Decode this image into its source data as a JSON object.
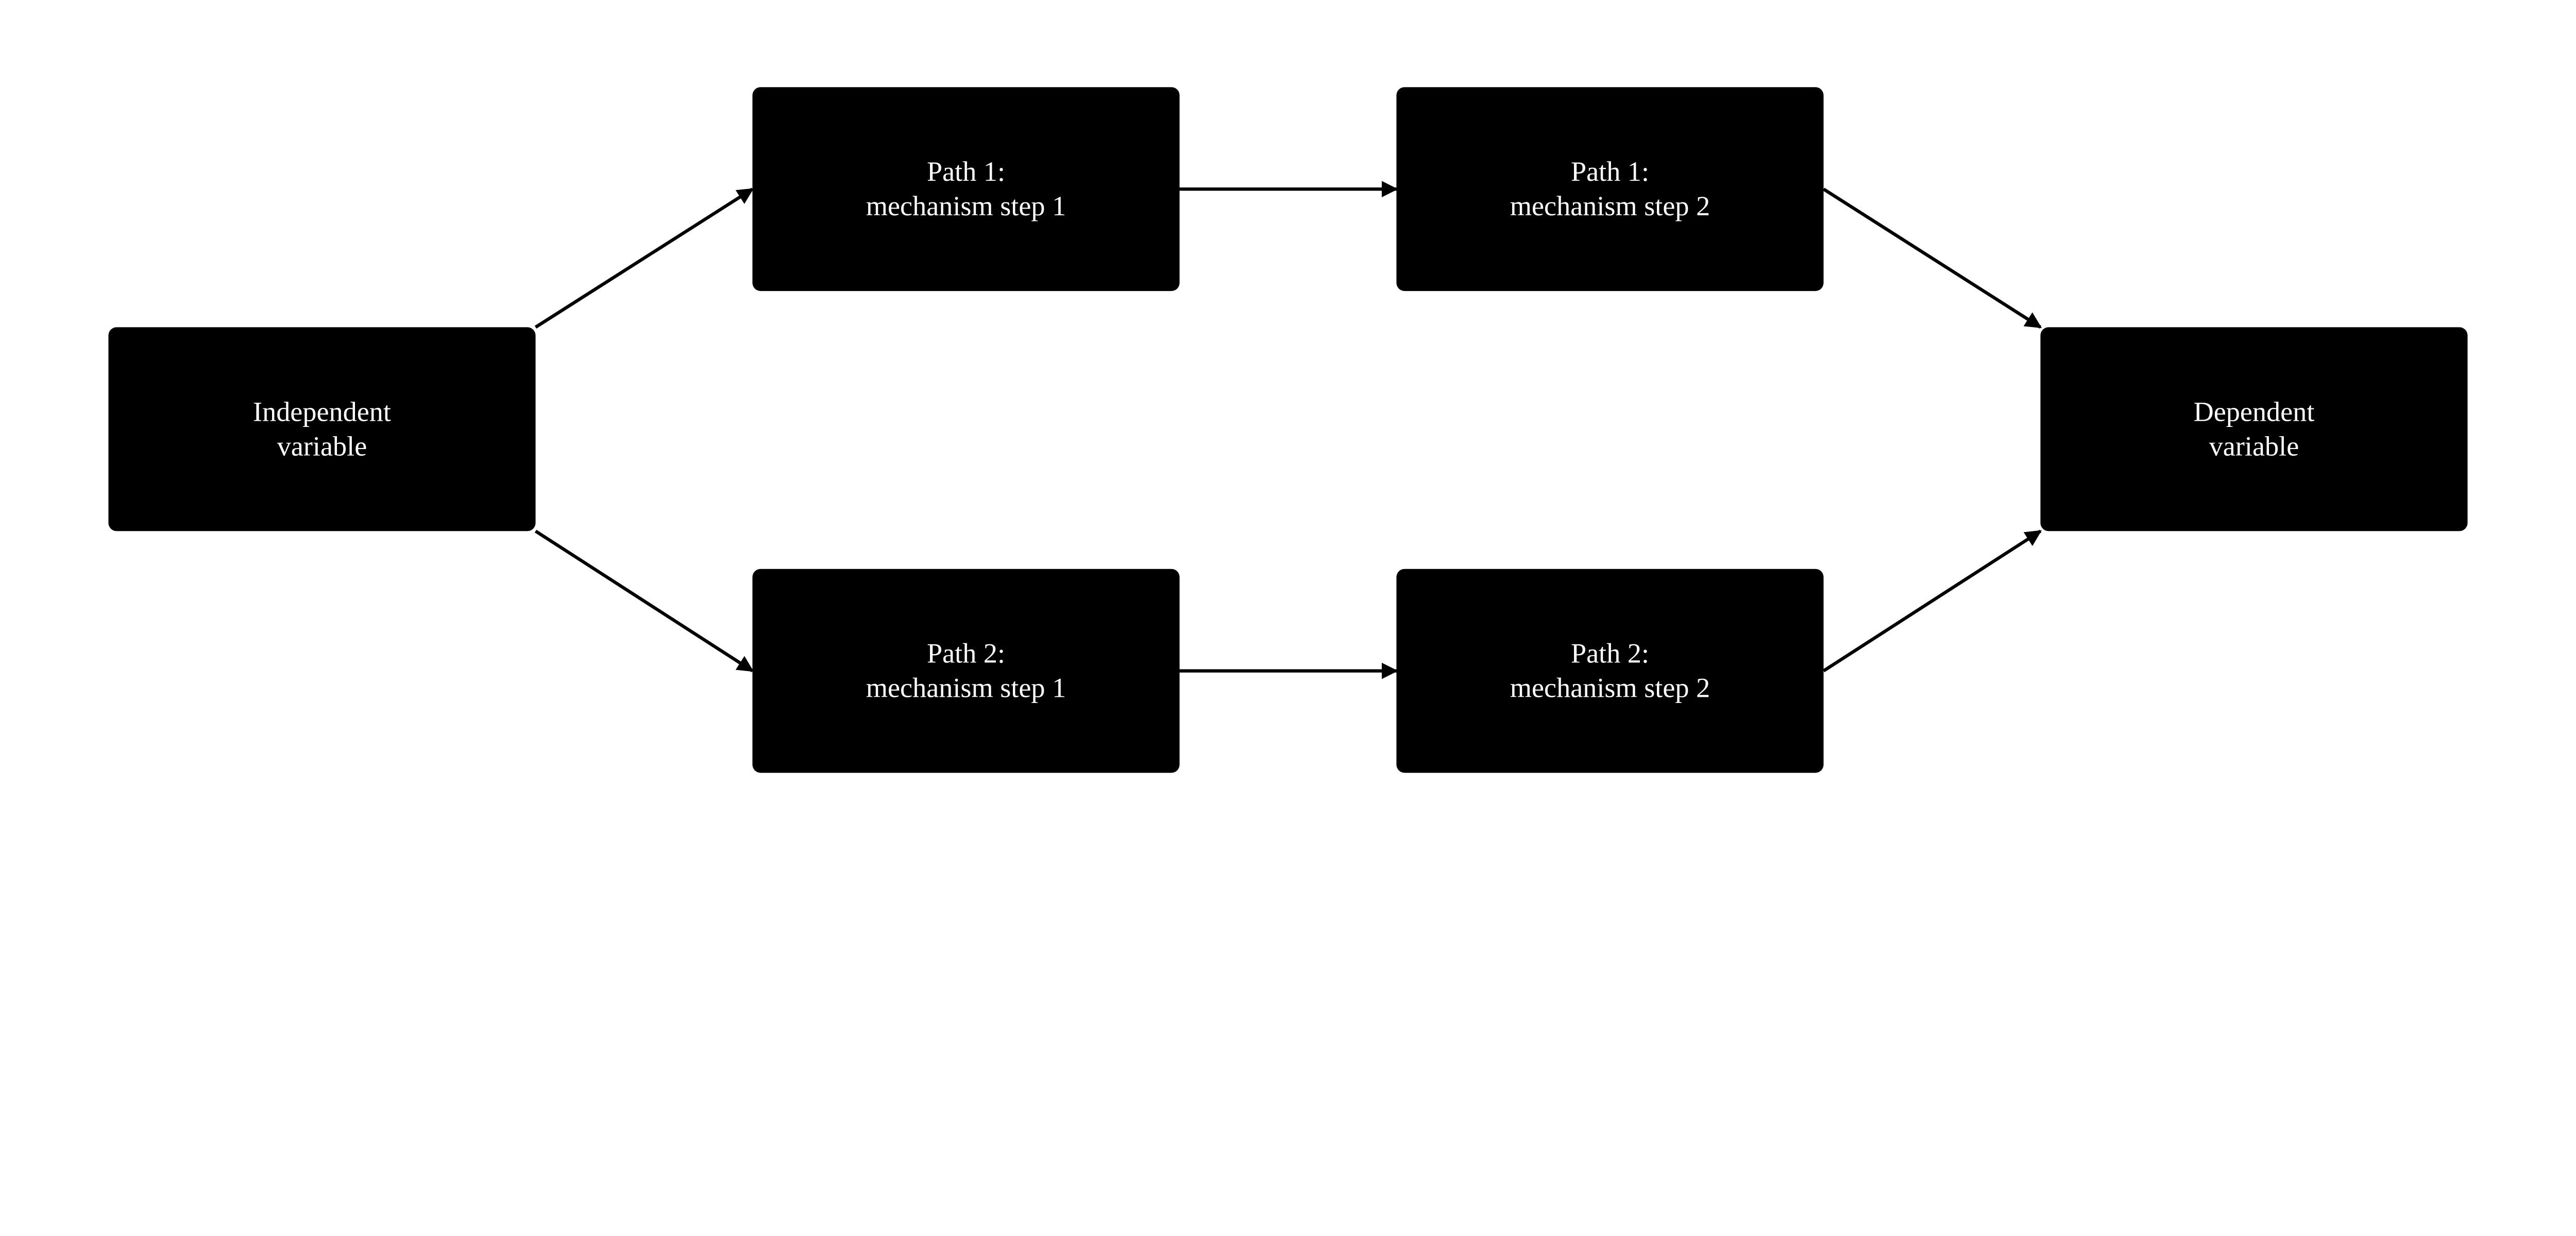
{
  "diagram": {
    "nodes": [
      {
        "id": "iv",
        "lines": [
          "Independent",
          "variable"
        ]
      },
      {
        "id": "p1s1",
        "lines": [
          "Path 1:",
          "mechanism step 1"
        ]
      },
      {
        "id": "p1s2",
        "lines": [
          "Path 1:",
          "mechanism step 2"
        ]
      },
      {
        "id": "dv",
        "lines": [
          "Dependent",
          "variable"
        ]
      },
      {
        "id": "p2s1",
        "lines": [
          "Path 2:",
          "mechanism step 1"
        ]
      },
      {
        "id": "p2s2",
        "lines": [
          "Path 2:",
          "mechanism step 2"
        ]
      }
    ],
    "edges": [
      {
        "from": "iv",
        "to": "p1s1"
      },
      {
        "from": "p1s1",
        "to": "p1s2"
      },
      {
        "from": "p1s2",
        "to": "dv"
      },
      {
        "from": "iv",
        "to": "p2s1"
      },
      {
        "from": "p2s1",
        "to": "p2s2"
      },
      {
        "from": "p2s2",
        "to": "dv"
      }
    ],
    "colors": {
      "node_fill": "#000000",
      "node_text": "#ffffff",
      "edge": "#000000"
    }
  }
}
